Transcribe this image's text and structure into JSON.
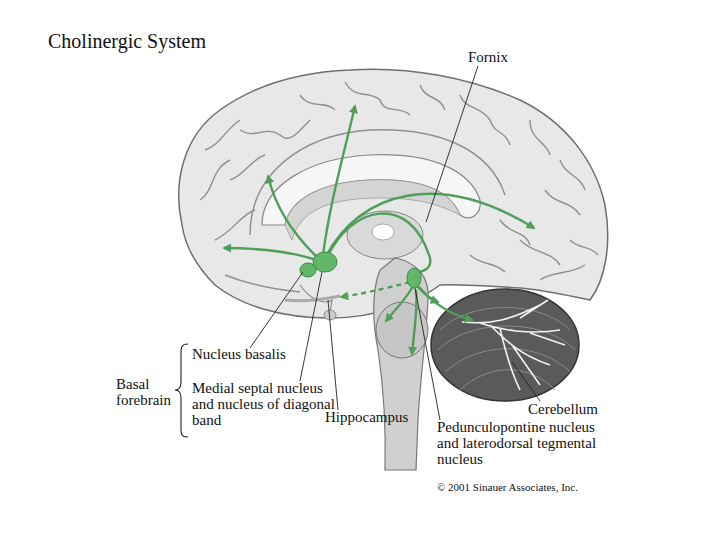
{
  "diagram": {
    "title": "Cholinergic System",
    "labels": [
      "Fornix",
      "Nucleus basalis",
      "Basal forebrain",
      "Medial septal nucleus and nucleus of diagonal band",
      "Hippocampus",
      "Cerebellum",
      "Pedunculopontine nucleus and laterodorsal tegmental nucleus",
      "© 2001 Sinauer Associates, Inc."
    ]
  }
}
